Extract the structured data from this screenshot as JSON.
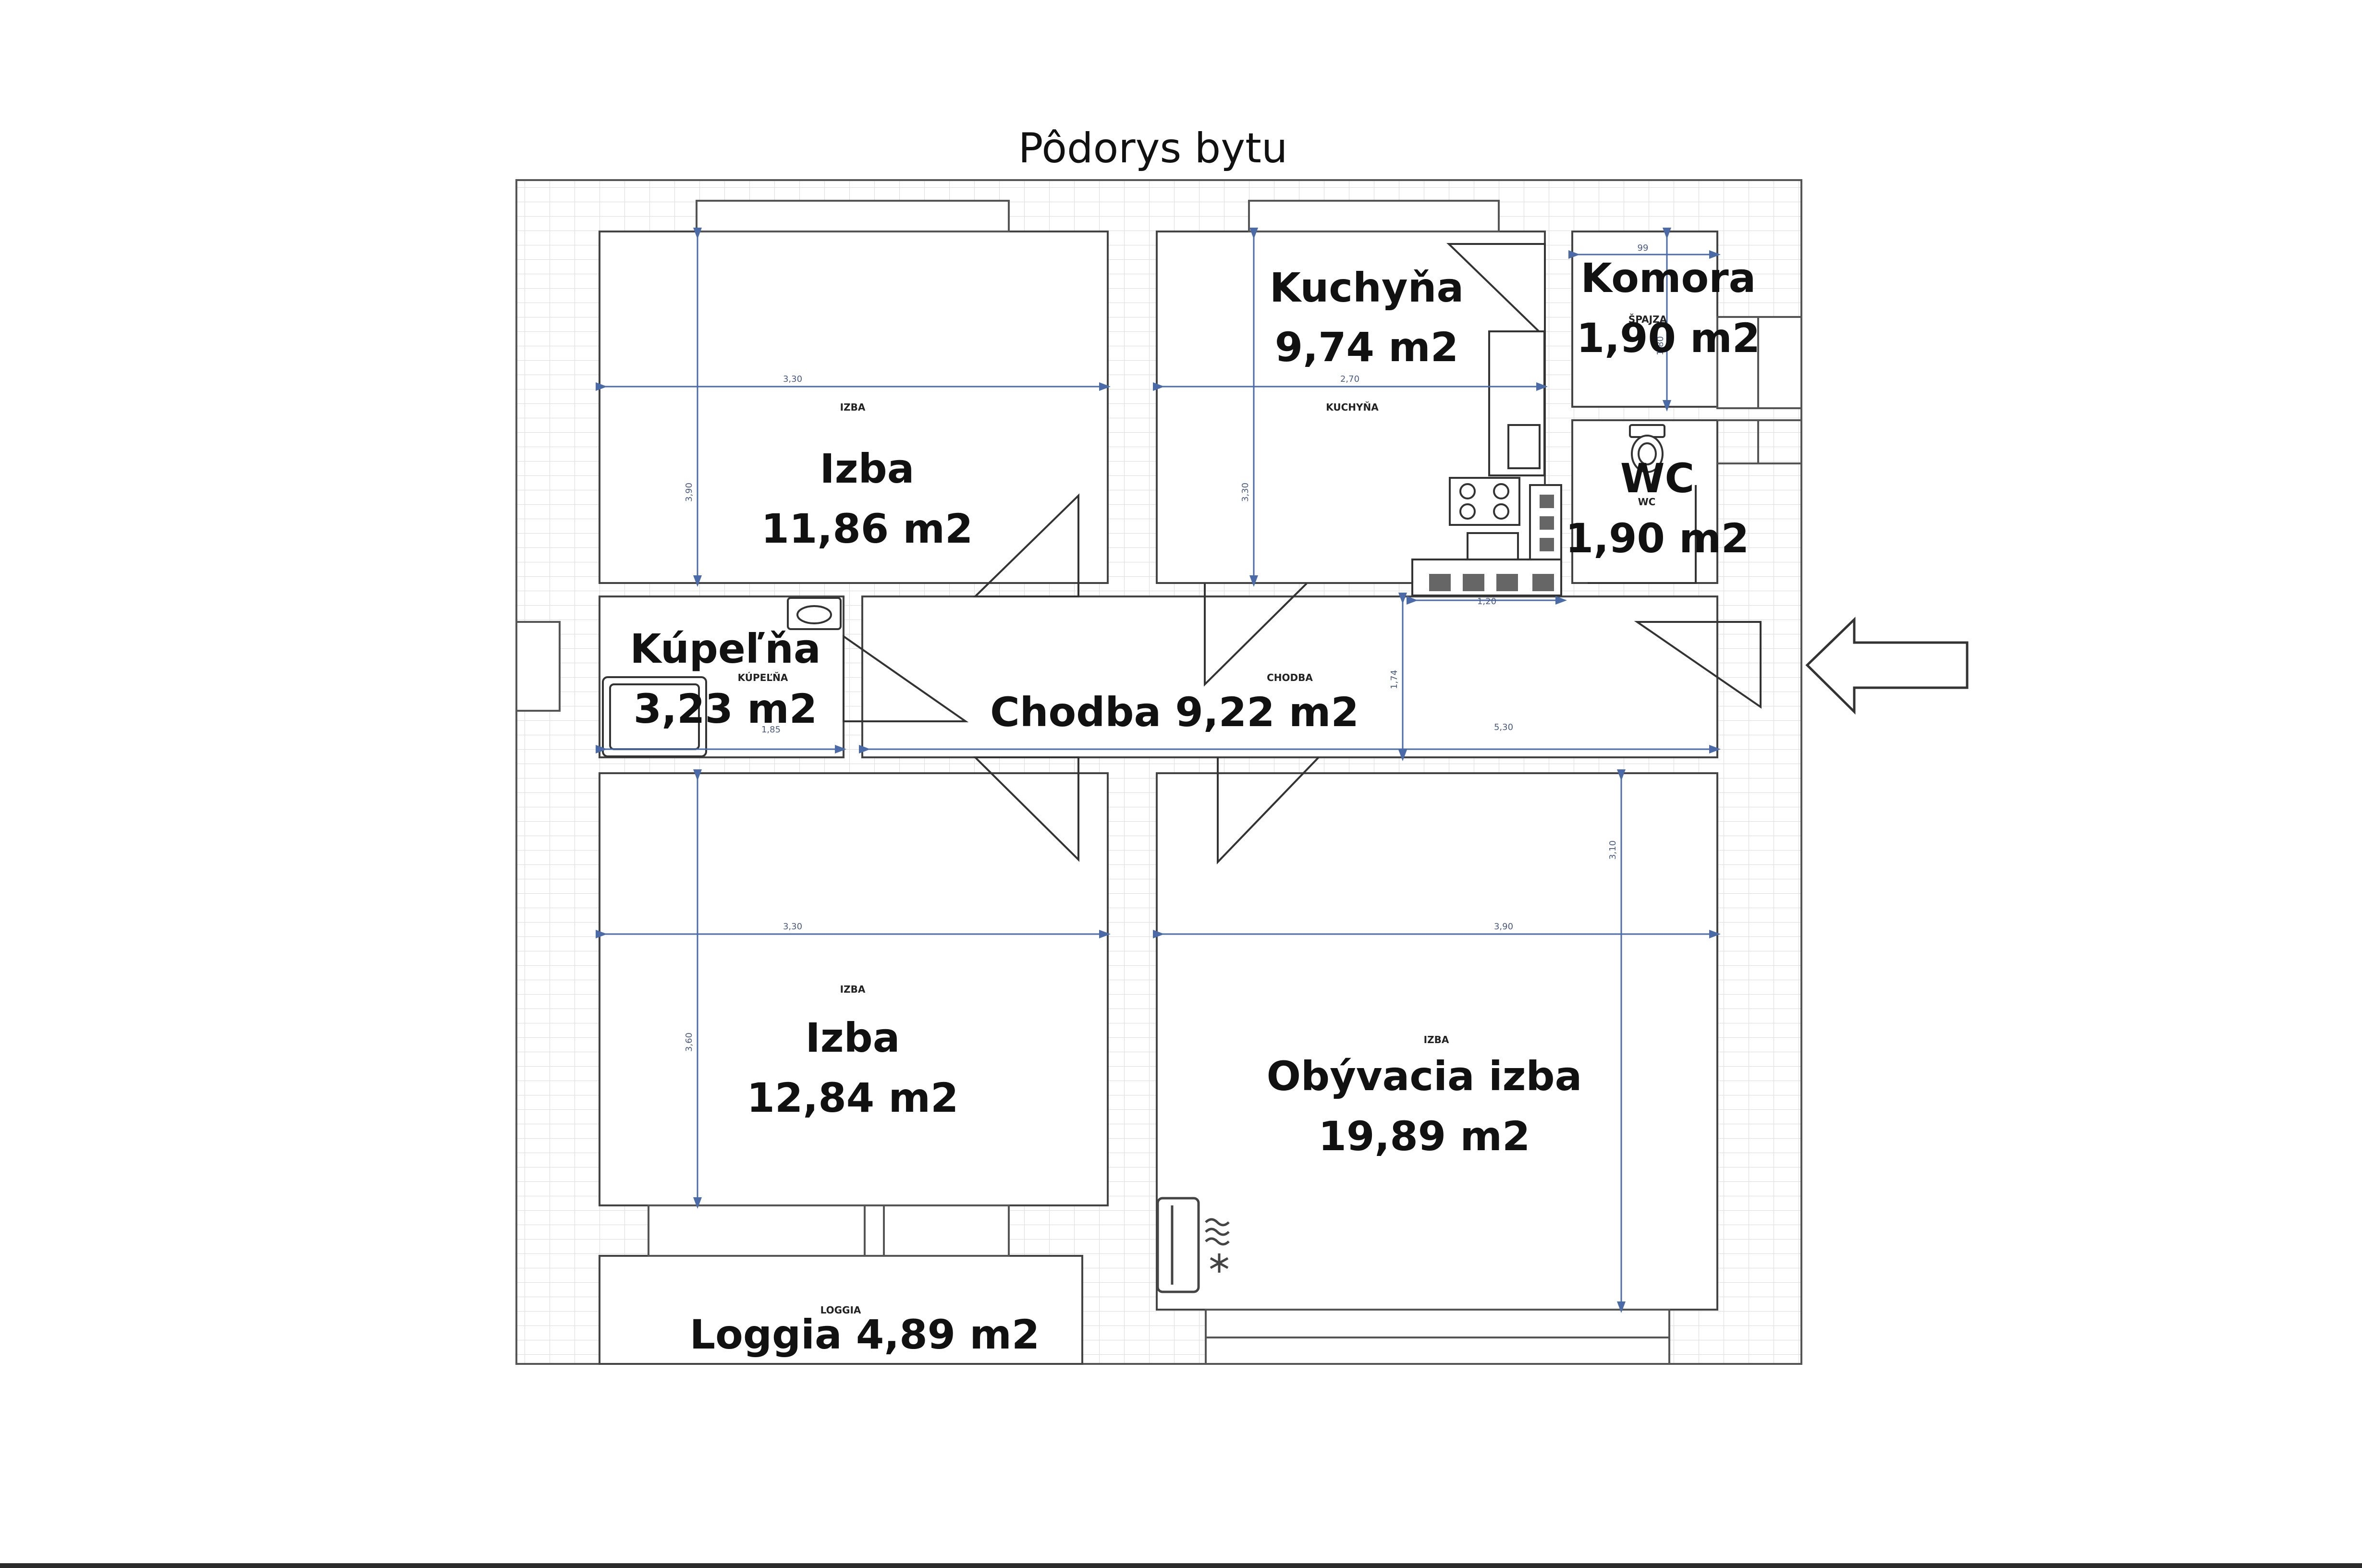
{
  "title": "Pôdorys bytu",
  "rooms": {
    "izba1": {
      "name": "Izba",
      "area": "11,86 m2",
      "tag": "IZBA"
    },
    "kuchyna": {
      "name": "Kuchyňa",
      "area": "9,74 m2",
      "tag": "KUCHYŇA"
    },
    "komora": {
      "name": "Komora",
      "area": "1,90 m2",
      "tag": "ŠPAJZA"
    },
    "wc": {
      "name": "WC",
      "area": "1,90 m2",
      "tag": "WC"
    },
    "kupelna": {
      "name": "Kúpeľňa",
      "area": "3,23 m2",
      "tag": "KÚPEĽŇA"
    },
    "chodba": {
      "label": "Chodba 9,22 m2",
      "tag": "CHODBA"
    },
    "izba2": {
      "name": "Izba",
      "area": "12,84 m2",
      "tag": "IZBA"
    },
    "obyvacia": {
      "name": "Obývacia izba",
      "area": "19,89 m2",
      "tag": "IZBA"
    },
    "loggia": {
      "label": "Loggia 4,89 m2",
      "tag": "LOGGIA"
    }
  },
  "dimensions": {
    "izba1_w": "3,30",
    "izba1_h": "3,90",
    "kuchyna_w": "2,70",
    "kuchyna_h": "3,30",
    "komora_w": "99",
    "komora_h": "1,80",
    "kuchyna_counter": "1,20",
    "kupelna_w": "1,85",
    "chodba_w": "5,30",
    "chodba_h": "1,74",
    "izba2_w": "3,30",
    "izba2_h": "3,60",
    "obyvacia_w": "3,90",
    "obyvacia_h": "3,10"
  },
  "icons": {
    "entrance": "entrance-arrow-icon",
    "ac": "air-conditioner-icon",
    "toilet": "toilet-icon",
    "sink": "sink-icon",
    "bathtub": "bathtub-icon",
    "stove": "stove-icon",
    "oven": "oven-icon"
  },
  "colors": {
    "wall": "#333333",
    "dimension": "#4a6aa8",
    "tile": "#d8d8d8"
  }
}
